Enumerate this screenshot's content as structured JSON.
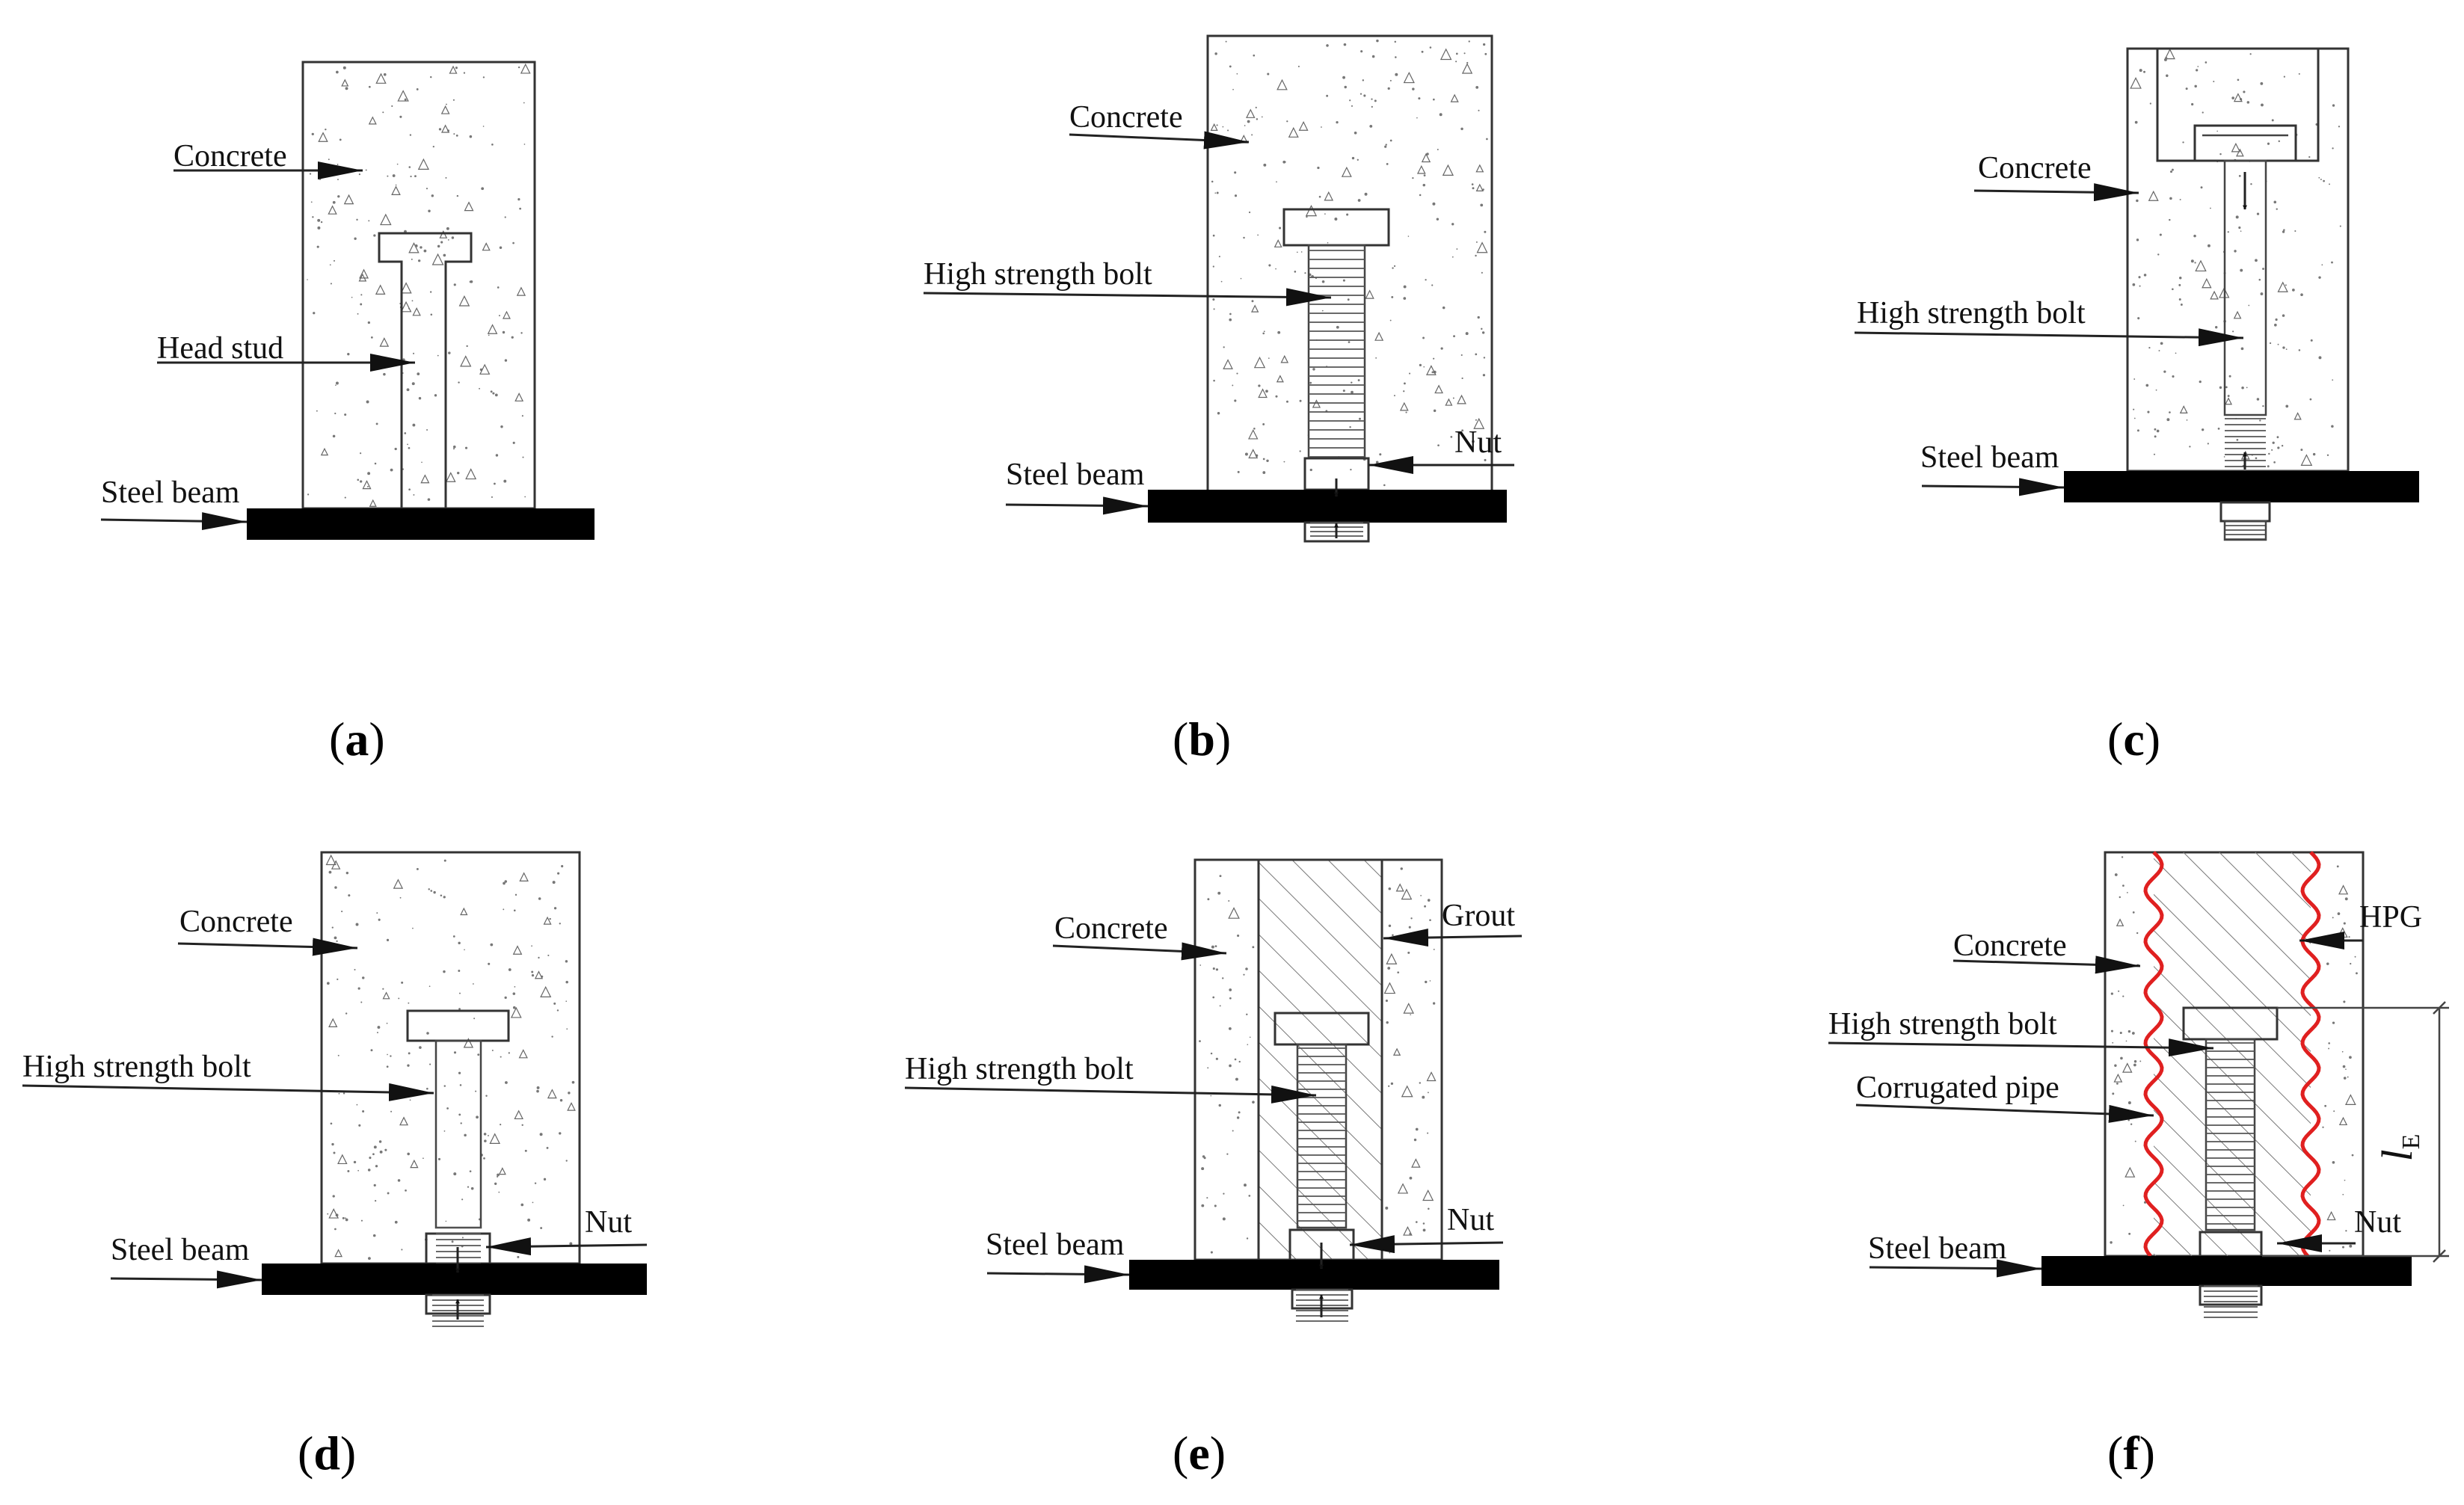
{
  "panels": [
    {
      "id": "a",
      "caption_open": "(",
      "caption_letter": "a",
      "caption_close": ")",
      "labels": {
        "concrete": "Concrete",
        "stud": "Head stud",
        "beam": "Steel beam"
      }
    },
    {
      "id": "b",
      "caption_open": "(",
      "caption_letter": "b",
      "caption_close": ")",
      "labels": {
        "concrete": "Concrete",
        "bolt": "High strength bolt",
        "nut": "Nut",
        "beam": "Steel beam"
      }
    },
    {
      "id": "c",
      "caption_open": "(",
      "caption_letter": "c",
      "caption_close": ")",
      "labels": {
        "concrete": "Concrete",
        "bolt": "High strength bolt",
        "beam": "Steel beam"
      }
    },
    {
      "id": "d",
      "caption_open": "(",
      "caption_letter": "d",
      "caption_close": ")",
      "labels": {
        "concrete": "Concrete",
        "bolt": "High strength bolt",
        "nut": "Nut",
        "beam": "Steel beam"
      }
    },
    {
      "id": "e",
      "caption_open": "(",
      "caption_letter": "e",
      "caption_close": ")",
      "labels": {
        "concrete": "Concrete",
        "grout": "Grout",
        "bolt": "High strength bolt",
        "nut": "Nut",
        "beam": "Steel beam"
      }
    },
    {
      "id": "f",
      "caption_open": "(",
      "caption_letter": "f",
      "caption_close": ")",
      "labels": {
        "concrete": "Concrete",
        "hpg": "HPG",
        "bolt": "High strength bolt",
        "pipe": "Corrugated pipe",
        "nut": "Nut",
        "beam": "Steel beam",
        "dimension_main": "l",
        "dimension_sub": "E"
      }
    }
  ],
  "colors": {
    "corrugated_pipe": "#e02020",
    "steel_beam": "#000000",
    "outline": "#333333"
  }
}
